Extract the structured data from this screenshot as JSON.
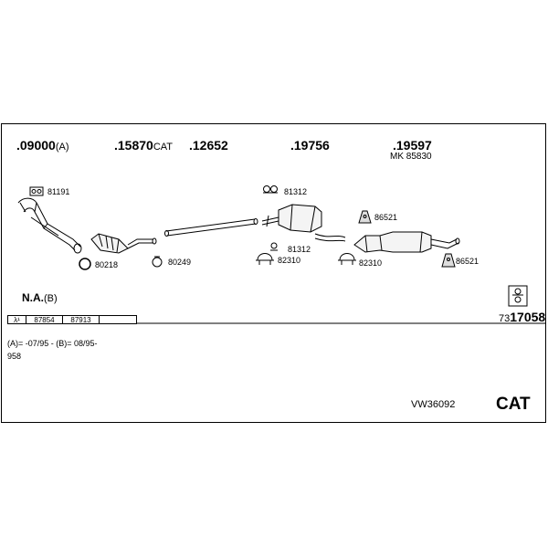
{
  "parts": [
    {
      "id": "p1",
      "number": ".09000",
      "suffix": "(A)"
    },
    {
      "id": "p2",
      "number": ".15870",
      "suffix": "CAT"
    },
    {
      "id": "p3",
      "number": ".12652",
      "suffix": ""
    },
    {
      "id": "p4",
      "number": ".19756",
      "suffix": ""
    },
    {
      "id": "p5",
      "number": ".19597",
      "suffix": ""
    }
  ],
  "mk_label": "MK  85830",
  "small_parts": [
    "81191",
    "80218",
    "80249",
    "81312",
    "81312",
    "82310",
    "82310",
    "86521",
    "86521"
  ],
  "na_label": "N.A.",
  "na_suffix": "(B)",
  "lambda_table": {
    "symbol": "λ¹",
    "cells": [
      "87854",
      "87913",
      ""
    ]
  },
  "kit_prefix": "73",
  "kit_number": "17058",
  "notes_line1": "(A)= -07/95 - (B)= 08/95-",
  "notes_line2": "958",
  "set_code": "VW36092",
  "cat_label": "CAT"
}
